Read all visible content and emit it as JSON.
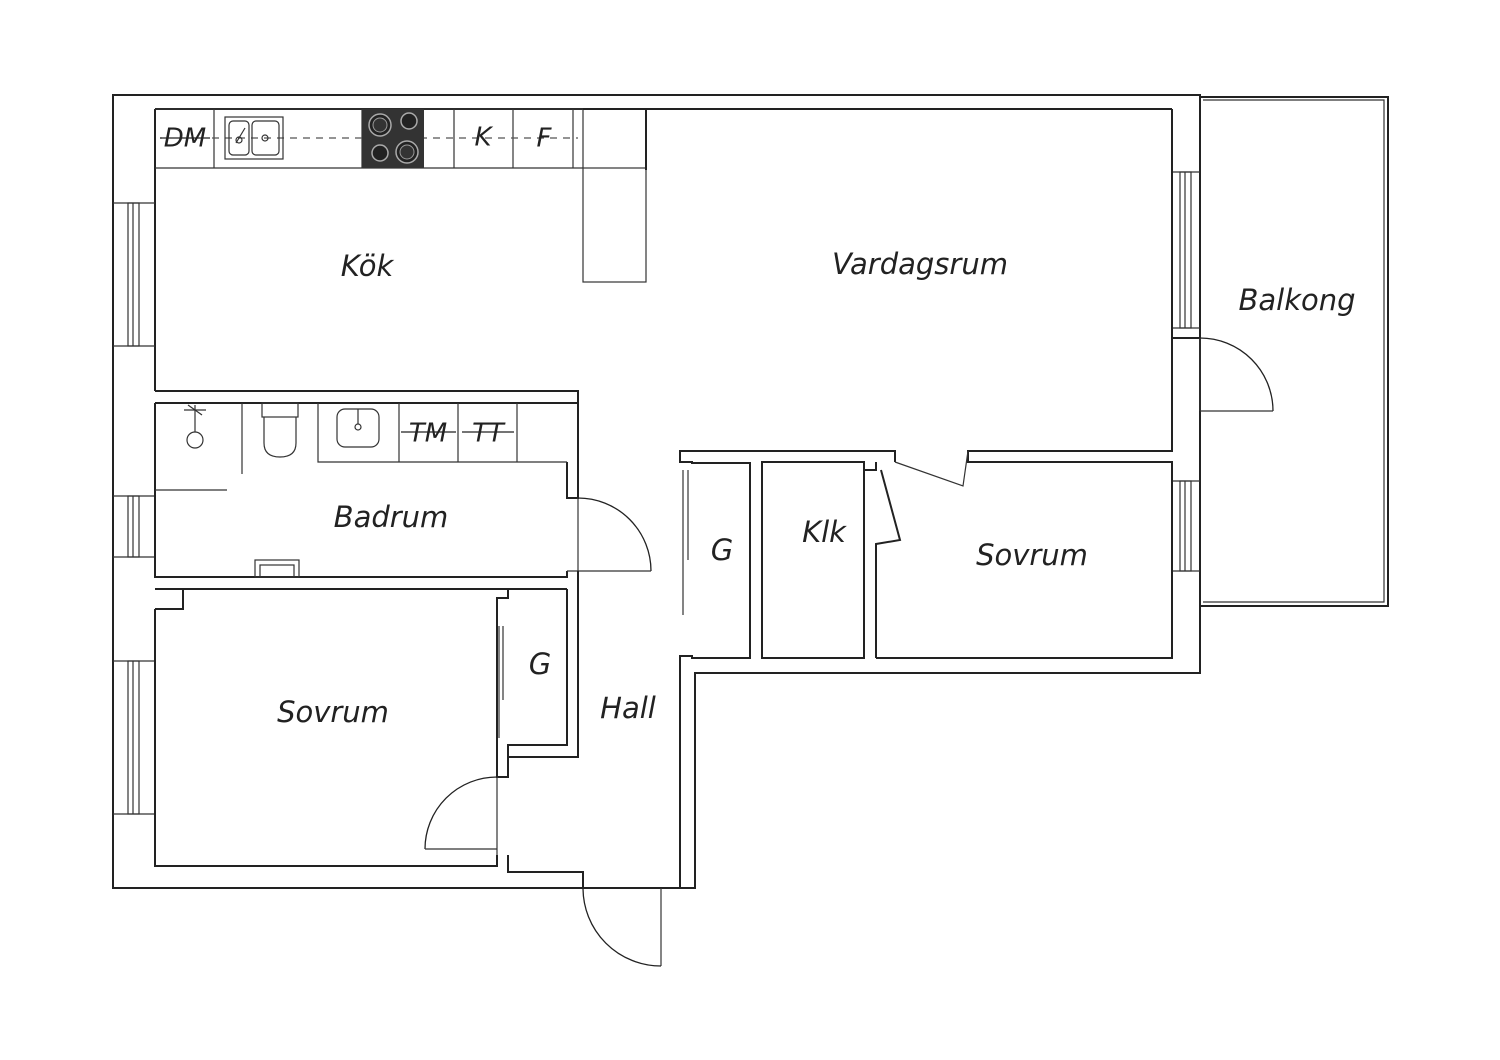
{
  "rooms": {
    "kitchen": "Kök",
    "living_room": "Vardagsrum",
    "balcony": "Balkong",
    "bathroom": "Badrum",
    "hall": "Hall",
    "bedroom_small": "Sovrum",
    "bedroom_large": "Sovrum",
    "closet_klk": "Klk",
    "wardrobe_hall": "G",
    "wardrobe_bedroom": "G"
  },
  "fixtures": {
    "dishwasher": "DM",
    "fridge": "K",
    "freezer": "F",
    "washing_machine": "TM",
    "tumble_dryer": "TT"
  }
}
